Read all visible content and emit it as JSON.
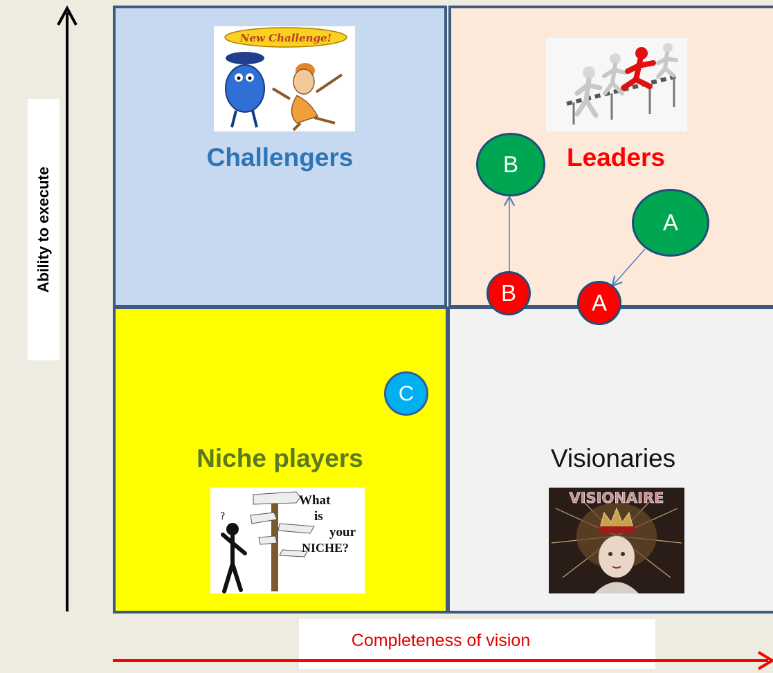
{
  "quadrants": {
    "challengers": "Challengers",
    "leaders": "Leaders",
    "niche_players": "Niche players",
    "visionaries": "Visionaries"
  },
  "axes": {
    "y_label": "Ability to execute",
    "x_label": "Completeness of vision"
  },
  "images": {
    "challengers_caption": "New Challenge!",
    "niche_text": [
      "What",
      "is",
      "your",
      "NICHE?"
    ],
    "visionary_text": "VISIONAIRE"
  },
  "markers": {
    "b_green": "B",
    "a_green": "A",
    "b_red": "B",
    "a_red": "A",
    "c_blue": "C"
  },
  "colors": {
    "challengers_bg": "#c6d9f0",
    "leaders_bg": "#fde9d9",
    "niche_bg": "#ffff00",
    "visionaries_bg": "#f2f2f2",
    "green_marker": "#00a651",
    "red_marker": "#ff0000",
    "blue_marker": "#00b0f0",
    "x_axis_color": "#ff0000"
  }
}
